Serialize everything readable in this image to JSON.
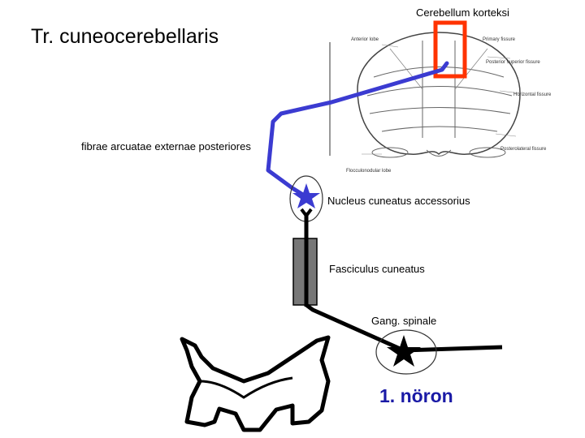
{
  "title": "Tr. cuneocerebellaris",
  "labels": {
    "cerebellum_cortex": "Cerebellum korteksi",
    "fibrae": "fibrae arcuatae externae posteriores",
    "nucleus": "Nucleus cuneatus accessorius",
    "fasciculus": "Fasciculus cuneatus",
    "ganglion": "Gang. spinale",
    "first_neuron": "1. nöron"
  },
  "cerebellum_figure_labels": {
    "anterior_lobe": "Anterior lobe",
    "primary_fissure": "Primary fissure",
    "posterior_superior_fissure": "Posterior superior fissure",
    "horizontal_fissure": "Horizontal fissure",
    "posterolateral_fissure": "Posterolateral fissure",
    "flocculonodular_lobe": "Flocculonodular lobe"
  },
  "colors": {
    "tract": "#3b3bd1",
    "highlight_box": "#ff3300",
    "fasciculus": "#777777",
    "neuron_text": "#1a1aa6"
  }
}
